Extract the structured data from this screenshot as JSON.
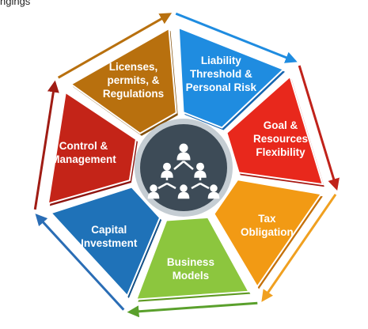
{
  "header": {
    "cropped_text": "ngings"
  },
  "segments": [
    {
      "lines": [
        "Liability",
        "Threshold &",
        "Personal Risk"
      ],
      "color": "#1f8ce0",
      "shadow": "#1565b0",
      "arrow_color": "#1f8ce0"
    },
    {
      "lines": [
        "Goal &",
        "Resources",
        "Flexibility"
      ],
      "color": "#e8281c",
      "shadow": "#a81710",
      "arrow_color": "#c0221a"
    },
    {
      "lines": [
        "Tax",
        "Obligation"
      ],
      "color": "#f29a14",
      "shadow": "#c4700a",
      "arrow_color": "#f0a020"
    },
    {
      "lines": [
        "Business",
        "Models"
      ],
      "color": "#8cc63e",
      "shadow": "#5e9a22",
      "arrow_color": "#5aa02c"
    },
    {
      "lines": [
        "Capital",
        "Investment"
      ],
      "color": "#1f72b8",
      "shadow": "#124f86",
      "arrow_color": "#2a6db5"
    },
    {
      "lines": [
        "Control &",
        "Management"
      ],
      "color": "#c42418",
      "shadow": "#8e1510",
      "arrow_color": "#a01c14"
    },
    {
      "lines": [
        "Licenses,",
        "permits, &",
        "Regulations"
      ],
      "color": "#b8700e",
      "shadow": "#84500a",
      "arrow_color": "#b8700e"
    }
  ],
  "center": {
    "icon": "people-network-icon",
    "color": "#3d4b57",
    "border": "#c5cdd3"
  }
}
